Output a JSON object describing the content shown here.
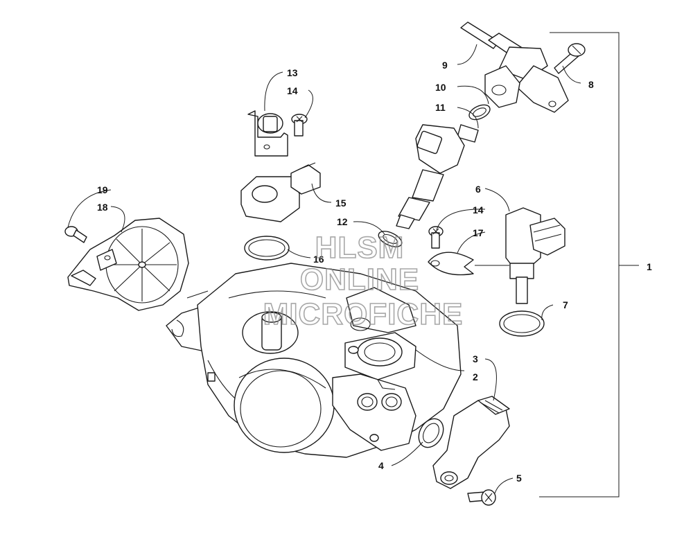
{
  "watermark": {
    "line1": "HLSM",
    "line2": "ONLINE",
    "line3": "MICROFICHE"
  },
  "callouts": {
    "c1": "1",
    "c2": "2",
    "c3": "3",
    "c4": "4",
    "c5": "5",
    "c6": "6",
    "c7": "7",
    "c8": "8",
    "c9": "9",
    "c10": "10",
    "c11": "11",
    "c12": "12",
    "c13": "13",
    "c14a": "14",
    "c14b": "14",
    "c15": "15",
    "c16": "16",
    "c17": "17",
    "c18": "18",
    "c19": "19"
  }
}
